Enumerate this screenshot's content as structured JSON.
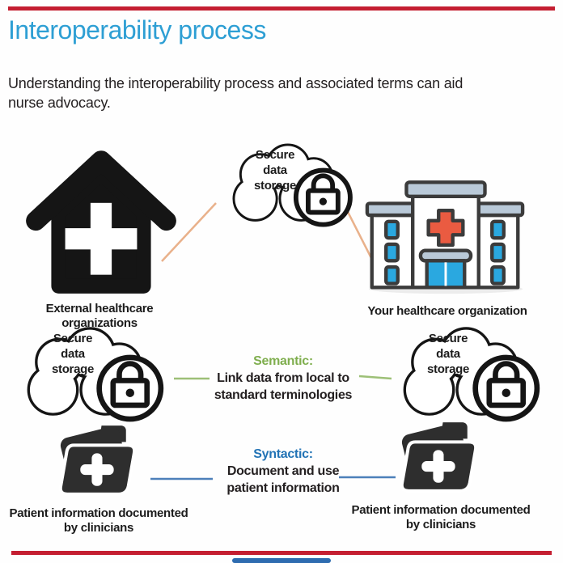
{
  "page": {
    "title": "Interoperability process",
    "subtitle": "Understanding the interoperability process and associated terms can aid\nnurse advocacy."
  },
  "colors": {
    "rule-red": "#c41e31",
    "title-blue": "#2e9fd4",
    "text-dark": "#231f20",
    "line-orange": "#e9b18b",
    "line-green": "#9dc077",
    "line-blue": "#4d80ba",
    "semantic-green": "#7fae4e",
    "syntactic-blue": "#2273b5",
    "icon-black": "#151515",
    "folder-dark": "#2e2e2e",
    "hospital-blue": "#2aa8e0",
    "hospital-gray": "#b9c9d8",
    "cross-red": "#ea5b41",
    "footer-blue": "#2e6cb0"
  },
  "diagram": {
    "external_org": {
      "icon": "medical-house-icon",
      "label": "External healthcare organizations"
    },
    "your_org": {
      "icon": "hospital-building-icon",
      "label": "Your healthcare organization"
    },
    "top_cloud": {
      "icon": "cloud-lock-icon",
      "label": "Secure\ndata\nstorage"
    },
    "left_cloud": {
      "icon": "cloud-lock-icon",
      "label": "Secure\ndata\nstorage"
    },
    "right_cloud": {
      "icon": "cloud-lock-icon",
      "label": "Secure\ndata\nstorage"
    },
    "semantic": {
      "heading": "Semantic:",
      "body": "Link data from local to\nstandard terminologies"
    },
    "syntactic": {
      "heading": "Syntactic:",
      "body": "Document and use\npatient information"
    },
    "left_folder": {
      "icon": "patient-folder-icon",
      "label": "Patient information documented\nby clinicians"
    },
    "right_folder": {
      "icon": "patient-folder-icon",
      "label": "Patient information documented\nby clinicians"
    }
  }
}
